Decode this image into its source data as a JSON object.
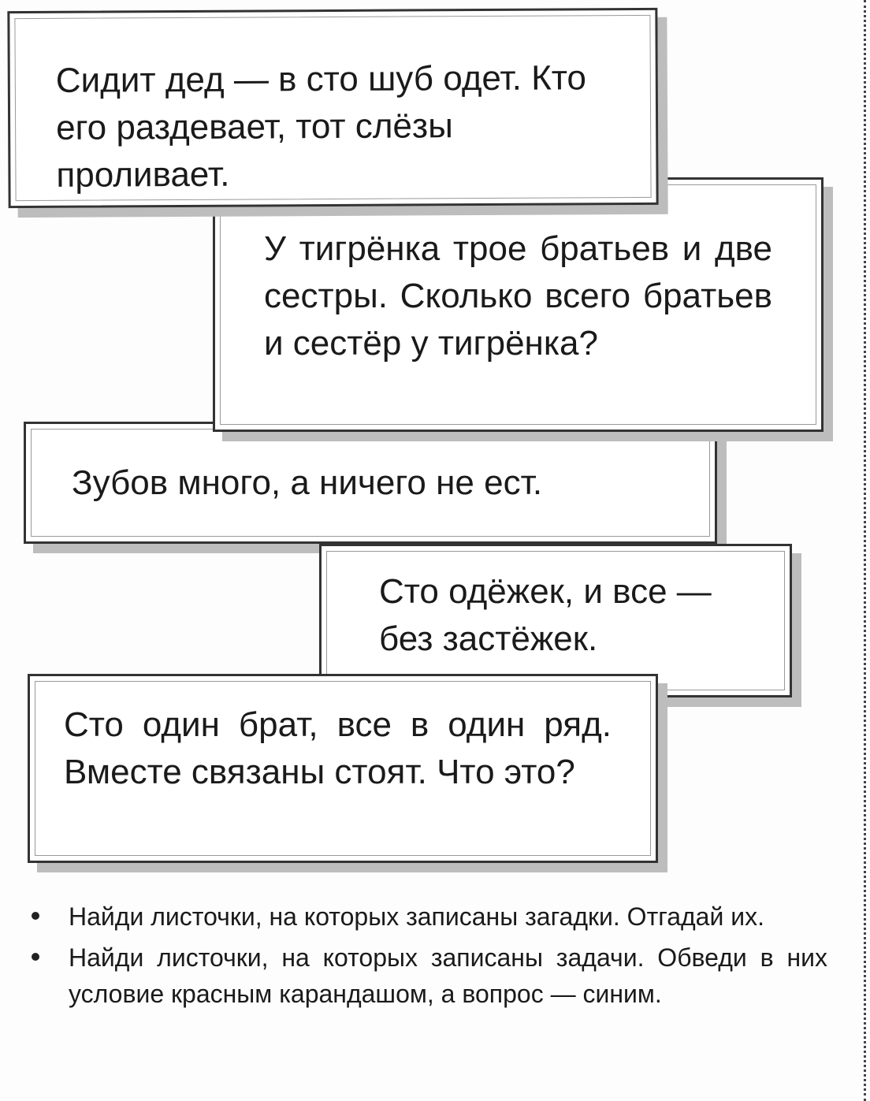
{
  "cards": [
    {
      "text": "Сидит дед — в сто шуб одет. Кто его раздевает, тот слёзы проливает."
    },
    {
      "text": "У тигрёнка трое братьев и две сестры. Сколько всего братьев и сестёр у тигрёнка?"
    },
    {
      "text": "Зубов много, а ничего не ест."
    },
    {
      "text": "Сто одёжек, и все — без застёжек."
    },
    {
      "text": "Сто один брат, все в один ряд. Вместе связаны стоят. Что это?"
    }
  ],
  "tasks": [
    {
      "text": "Найди листочки, на которых записаны загадки. Отгадай их."
    },
    {
      "text": "Найди листочки, на которых записаны задачи. Обведи в них условие красным карандашом, а вопрос — синим."
    }
  ]
}
